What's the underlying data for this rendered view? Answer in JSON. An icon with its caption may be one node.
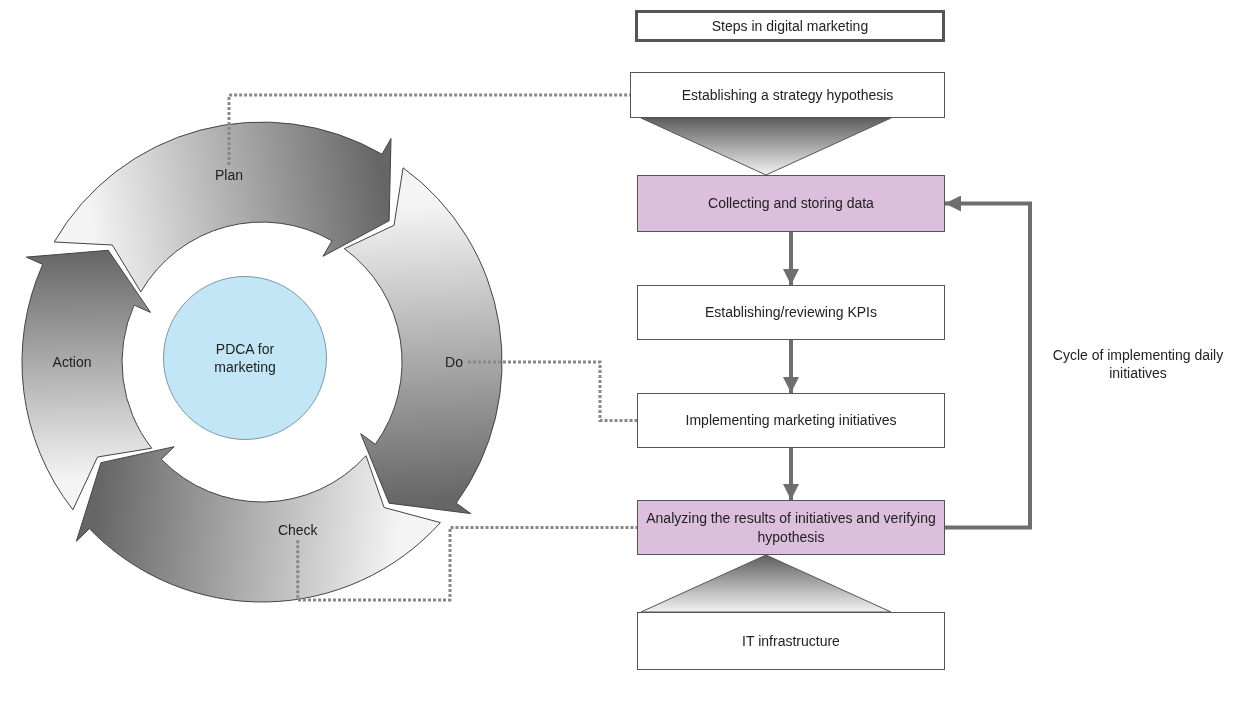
{
  "diagram": {
    "nodes": [
      {
        "text": [
          "Steps in digital marketing"
        ]
      },
      {
        "text": [
          "Establishing a strategy hypothesis"
        ]
      },
      {
        "text": [
          "Collecting and storing data"
        ]
      },
      {
        "text": [
          "Establishing/reviewing KPIs"
        ]
      },
      {
        "text": [
          "Implementing marketing initiatives"
        ]
      },
      {
        "text": [
          "Analyzing the results of initiatives and verifying hypothesis"
        ]
      },
      {
        "text": [
          "IT infrastructure"
        ]
      },
      {
        "text": [
          "PDCA for marketing"
        ]
      },
      {
        "text": [
          "Plan"
        ]
      },
      {
        "text": [
          "Do"
        ]
      },
      {
        "text": [
          "Check"
        ]
      },
      {
        "text": [
          "Action"
        ]
      }
    ],
    "edges": [
      {
        "from": 8,
        "to": 1,
        "arrow": "none",
        "style": "dashed"
      },
      {
        "from": 1,
        "to": 2,
        "arrow": "to",
        "style": "thick"
      },
      {
        "from": 2,
        "to": 3,
        "arrow": "to"
      },
      {
        "from": 3,
        "to": 4,
        "arrow": "to"
      },
      {
        "from": 9,
        "to": 4,
        "arrow": "none",
        "style": "dashed"
      },
      {
        "from": 4,
        "to": 5,
        "arrow": "to"
      },
      {
        "from": 10,
        "to": 5,
        "arrow": "none",
        "style": "dashed"
      },
      {
        "from": 5,
        "to": 2,
        "arrow": "to",
        "label": "Cycle of implementing daily initiatives"
      },
      {
        "from": 6,
        "to": 5,
        "arrow": "to",
        "style": "thick"
      }
    ]
  }
}
